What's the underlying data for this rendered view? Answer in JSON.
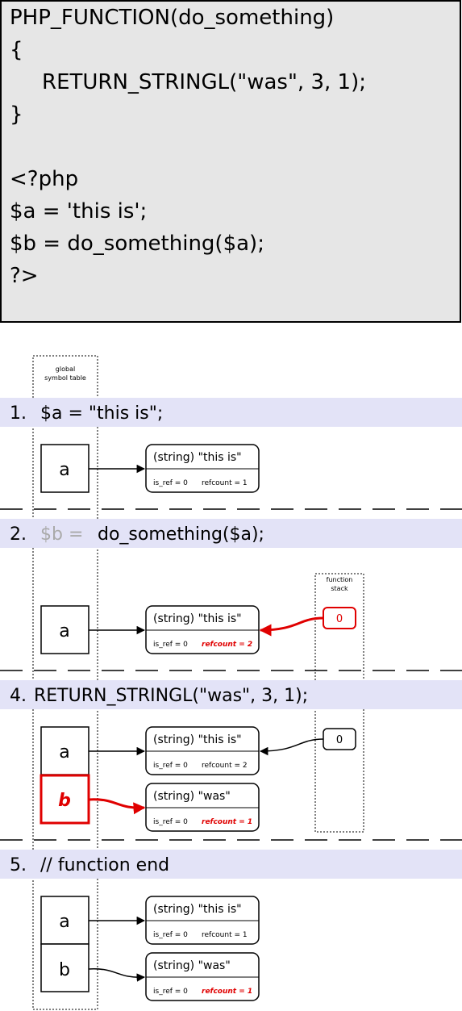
{
  "code": {
    "lines": [
      "PHP_FUNCTION(do_something)",
      "{",
      "RETURN_STRINGL(\"was\", 3, 1);",
      "}",
      "",
      "<?php",
      "$a = 'this is';",
      "$b = do_something($a);",
      "?>"
    ]
  },
  "labels": {
    "global_symbol_table_1": "global",
    "global_symbol_table_2": "symbol table",
    "function_stack_1": "function",
    "function_stack_2": "stack"
  },
  "steps": [
    {
      "number": "1.",
      "code": "$a = \"this is\";",
      "symbols": [
        "a"
      ],
      "zvals": [
        {
          "value": "(string) \"this is\"",
          "is_ref": "is_ref = 0",
          "refcount": "refcount = 1",
          "refcount_highlight": false
        }
      ]
    },
    {
      "number": "2.",
      "code_muted": "$b =",
      "code": "do_something($a);",
      "symbols": [
        "a"
      ],
      "zvals": [
        {
          "value": "(string) \"this is\"",
          "is_ref": "is_ref = 0",
          "refcount": "refcount = 2",
          "refcount_highlight": true
        }
      ],
      "stack": [
        "0"
      ],
      "stack_highlight": true
    },
    {
      "number": "4.",
      "code": "RETURN_STRINGL(\"was\", 3, 1);",
      "symbols": [
        "a",
        "b"
      ],
      "symbol_highlight": "b",
      "zvals": [
        {
          "value": "(string) \"this is\"",
          "is_ref": "is_ref = 0",
          "refcount": "refcount = 2",
          "refcount_highlight": false
        },
        {
          "value": "(string) \"was\"",
          "is_ref": "is_ref = 0",
          "refcount": "refcount = 1",
          "refcount_highlight": true
        }
      ],
      "stack": [
        "0"
      ],
      "stack_highlight": false
    },
    {
      "number": "5.",
      "code": "// function end",
      "symbols": [
        "a",
        "b"
      ],
      "zvals": [
        {
          "value": "(string) \"this is\"",
          "is_ref": "is_ref = 0",
          "refcount": "refcount = 1",
          "refcount_highlight": false
        },
        {
          "value": "(string) \"was\"",
          "is_ref": "is_ref = 0",
          "refcount": "refcount = 1",
          "refcount_highlight": true
        }
      ]
    }
  ],
  "colors": {
    "code_bg": "#e6e6e6",
    "step_bar": "#e3e3f7",
    "highlight": "#e00000",
    "muted": "#aaaaaa"
  }
}
